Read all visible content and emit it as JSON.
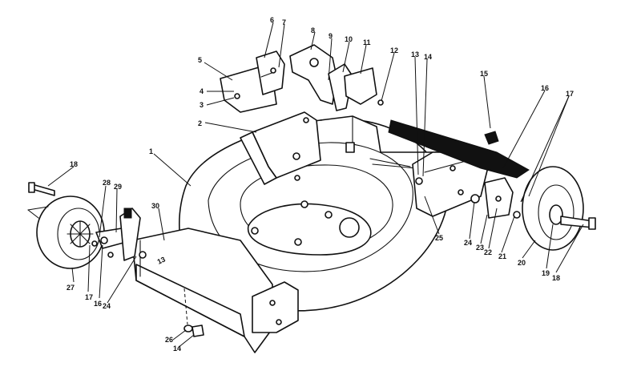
{
  "colors": {
    "ink": "#111111",
    "paper": "#ffffff"
  },
  "callouts": [
    {
      "id": "c1",
      "label": "1"
    },
    {
      "id": "c2",
      "label": "2"
    },
    {
      "id": "c3",
      "label": "3"
    },
    {
      "id": "c4",
      "label": "4"
    },
    {
      "id": "c5",
      "label": "5"
    },
    {
      "id": "c6",
      "label": "6"
    },
    {
      "id": "c7",
      "label": "7"
    },
    {
      "id": "c8",
      "label": "8"
    },
    {
      "id": "c9",
      "label": "9"
    },
    {
      "id": "c10",
      "label": "10"
    },
    {
      "id": "c11",
      "label": "11"
    },
    {
      "id": "c12",
      "label": "12"
    },
    {
      "id": "c13",
      "label": "13"
    },
    {
      "id": "c14a",
      "label": "14"
    },
    {
      "id": "c15",
      "label": "15"
    },
    {
      "id": "c16a",
      "label": "16"
    },
    {
      "id": "c17a",
      "label": "17"
    },
    {
      "id": "c18a",
      "label": "18"
    },
    {
      "id": "c28",
      "label": "28"
    },
    {
      "id": "c29",
      "label": "29"
    },
    {
      "id": "c30",
      "label": "30"
    },
    {
      "id": "c25",
      "label": "25"
    },
    {
      "id": "c24a",
      "label": "24"
    },
    {
      "id": "c23",
      "label": "23"
    },
    {
      "id": "c22",
      "label": "22"
    },
    {
      "id": "c21",
      "label": "21"
    },
    {
      "id": "c20",
      "label": "20"
    },
    {
      "id": "c19",
      "label": "19"
    },
    {
      "id": "c18b",
      "label": "18"
    },
    {
      "id": "c27",
      "label": "27"
    },
    {
      "id": "c17b",
      "label": "17"
    },
    {
      "id": "c16b",
      "label": "16"
    },
    {
      "id": "c24b",
      "label": "24"
    },
    {
      "id": "c26",
      "label": "26"
    },
    {
      "id": "c14b",
      "label": "14"
    }
  ],
  "deck_marking": "13"
}
